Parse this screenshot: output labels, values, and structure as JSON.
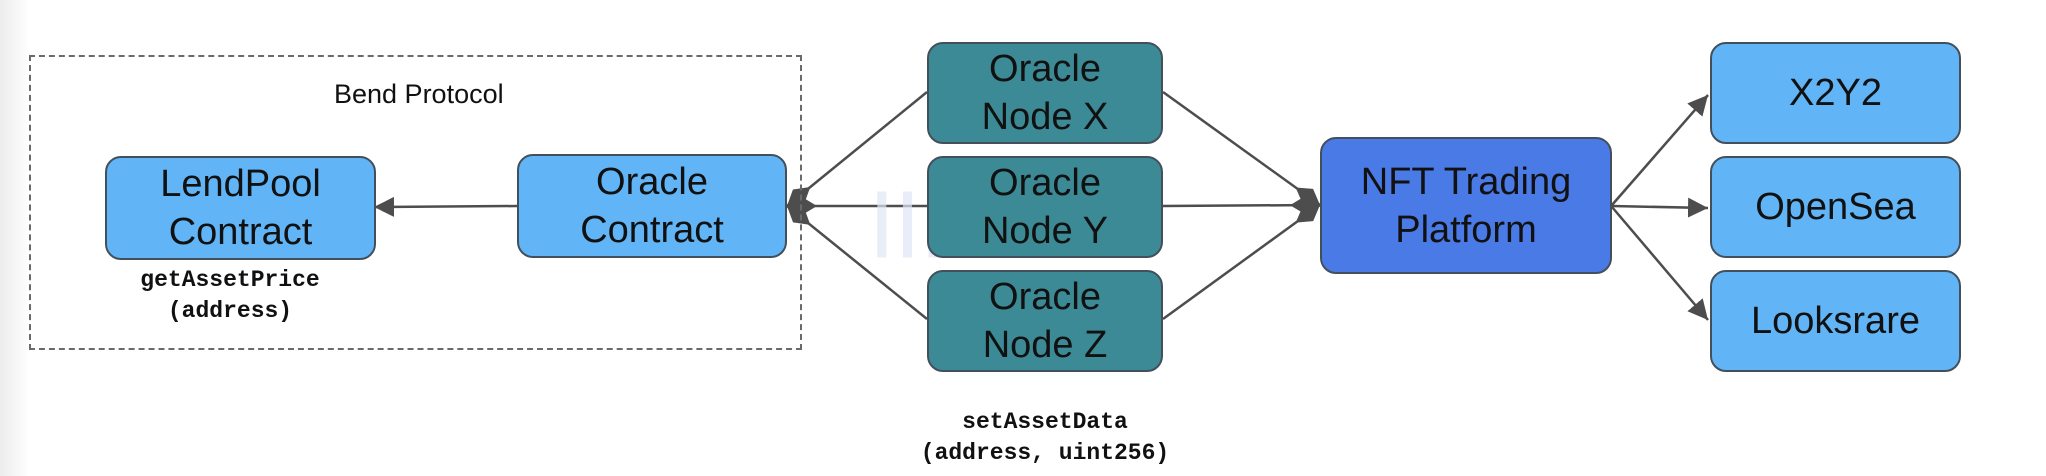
{
  "group": {
    "title": "Bend Protocol"
  },
  "nodes": {
    "lendpool": "LendPool\nContract",
    "oracle_contract": "Oracle\nContract",
    "node_x": "Oracle\nNode X",
    "node_y": "Oracle\nNode Y",
    "node_z": "Oracle\nNode Z",
    "nft_platform": "NFT Trading\nPlatform",
    "x2y2": "X2Y2",
    "opensea": "OpenSea",
    "looksrare": "Looksrare"
  },
  "labels": {
    "get_asset_price": "getAssetPrice\n(address)",
    "set_asset_data": "setAssetData\n(address, uint256)"
  },
  "colors": {
    "light_box": "#61b5f6",
    "teal_box": "#3b8a96",
    "platform_box": "#4a7ae6",
    "arrow": "#4d4d4d"
  }
}
